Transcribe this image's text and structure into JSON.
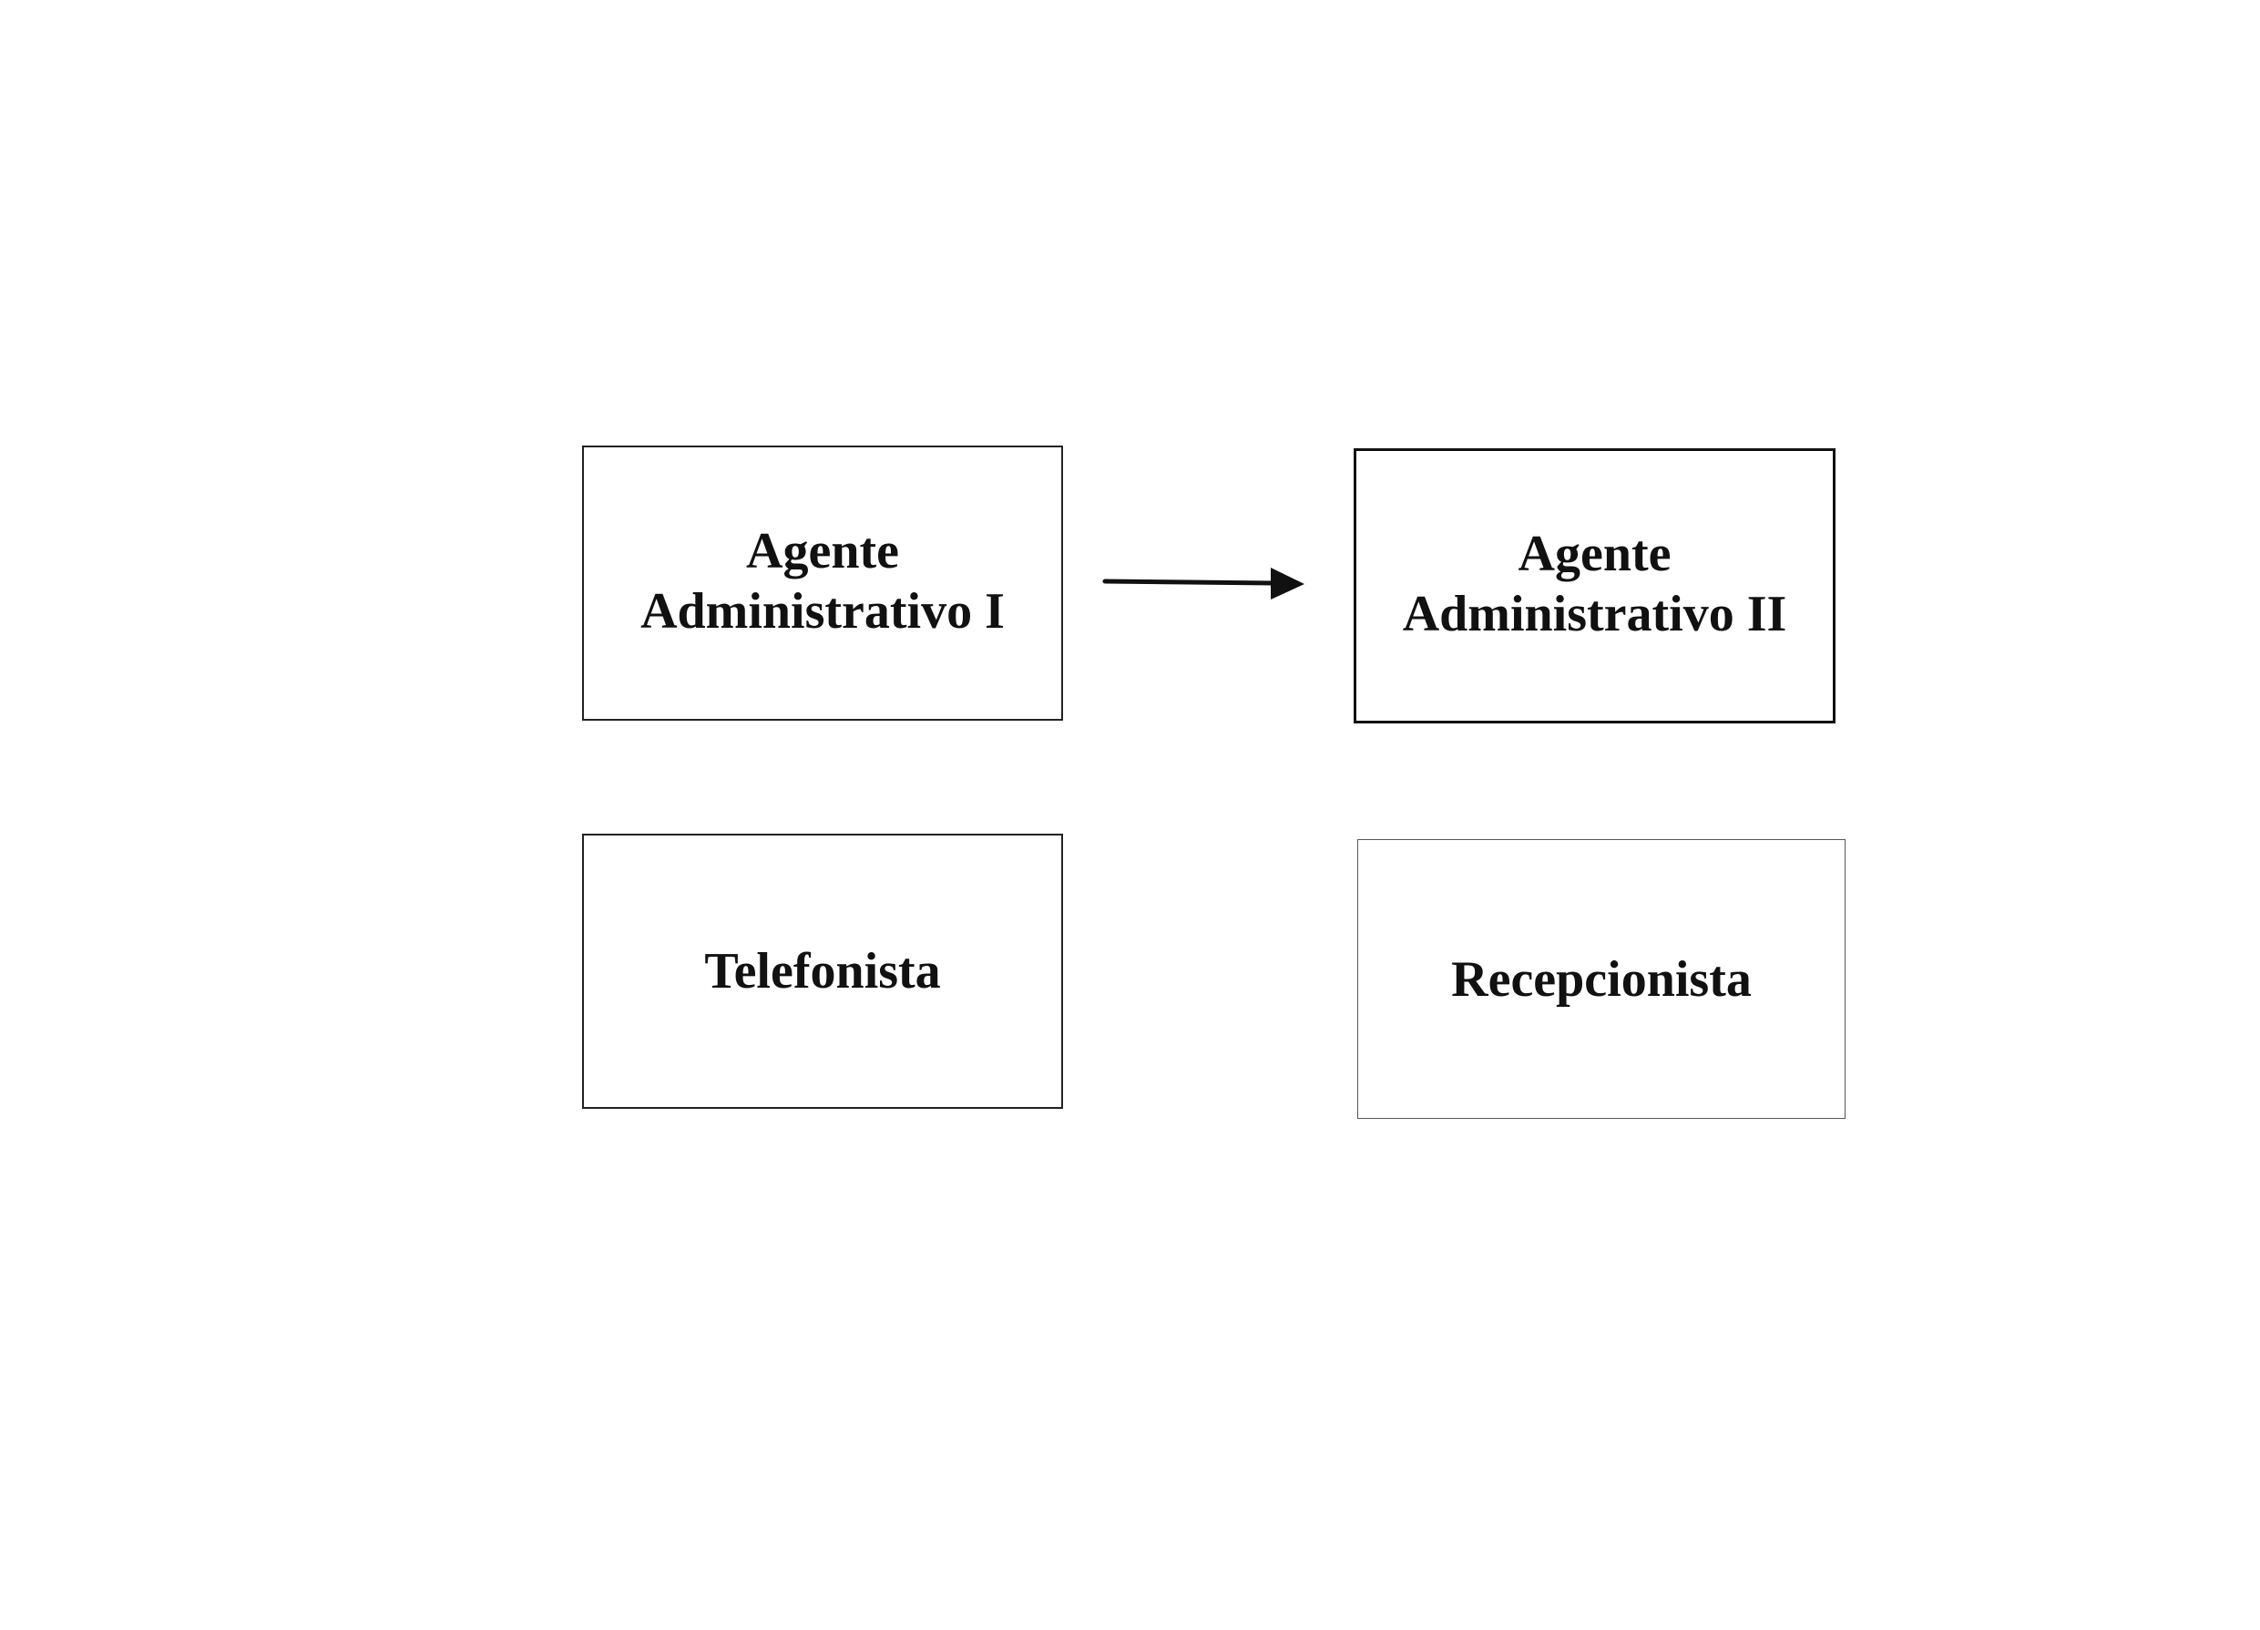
{
  "diagram": {
    "nodes": [
      {
        "id": "node-1",
        "label": "Agente\nAdministrativo I"
      },
      {
        "id": "node-2",
        "label": "Agente\nAdministrativo II"
      },
      {
        "id": "node-3",
        "label": "Telefonista"
      },
      {
        "id": "node-4",
        "label": "Recepcionista"
      }
    ],
    "edges": [
      {
        "from": "node-1",
        "to": "node-2"
      }
    ],
    "colors": {
      "stroke": "#111111",
      "background": "#ffffff"
    }
  }
}
